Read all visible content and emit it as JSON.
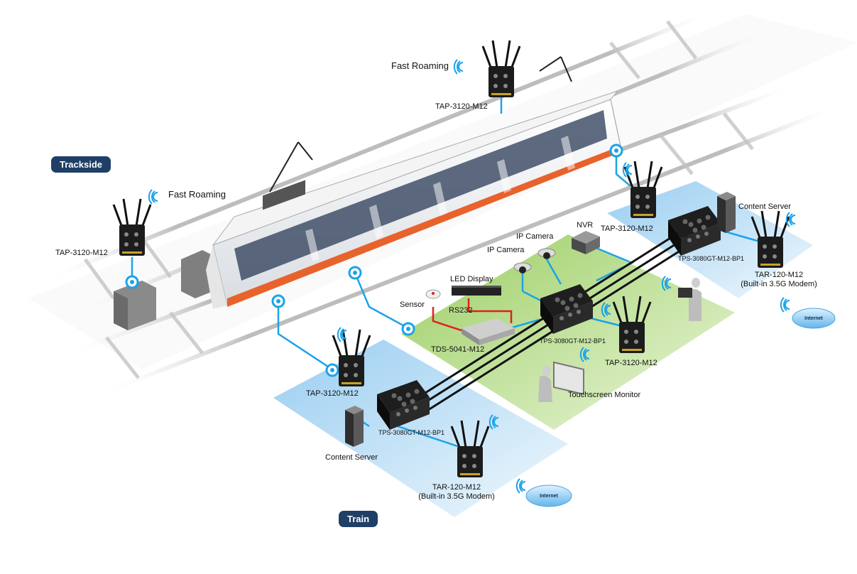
{
  "zones": {
    "trackside": "Trackside",
    "train": "Train"
  },
  "labels": {
    "fast_roaming_top": "Fast Roaming",
    "fast_roaming_left": "Fast Roaming",
    "tap_top": "TAP-3120-M12",
    "tap_left": "TAP-3120-M12",
    "tap_right": "TAP-3120-M12",
    "tap_center": "TAP-3120-M12",
    "tap_bottom": "TAP-3120-M12",
    "content_server_right": "Content Server",
    "content_server_bottom": "Content Server",
    "tps_right": "TPS-3080GT-M12-BP1",
    "tps_center": "TPS-3080GT-M12-BP1",
    "tps_bottom": "TPS-3080GT-M12-BP1",
    "tar_right_line1": "TAR-120-M12",
    "tar_right_line2": "(Built-in 3.5G Modem)",
    "tar_bottom_line1": "TAR-120-M12",
    "tar_bottom_line2": "(Built-in 3.5G Modem)",
    "nvr": "NVR",
    "ip_camera_1": "IP Camera",
    "ip_camera_2": "IP Camera",
    "led_display": "LED Display",
    "sensor": "Sensor",
    "rs232": "RS232",
    "tds": "TDS-5041-M12",
    "touchscreen": "Touchscreen Monitor",
    "internet_right": "Internet",
    "internet_bottom": "Internet"
  },
  "colors": {
    "badge": "#1f3f66",
    "link": "#1aa3e8",
    "train_stripe": "#e8622c",
    "green_zone": "#a9d46a",
    "blue_zone": "#9fcff0",
    "serial_link": "#e02020"
  }
}
